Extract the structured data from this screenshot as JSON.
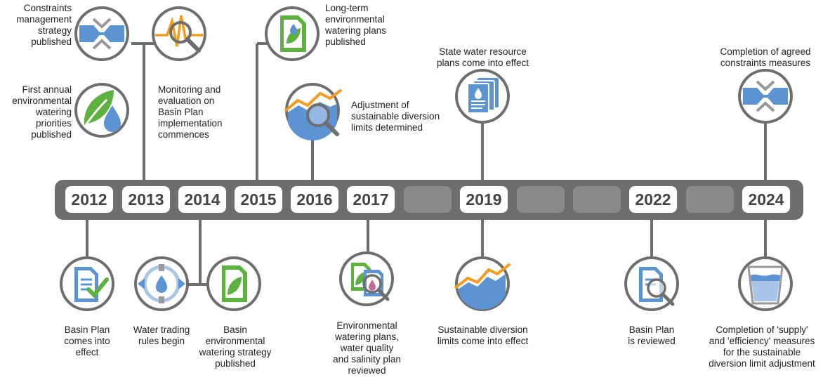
{
  "years": [
    "2012",
    "2013",
    "2014",
    "2015",
    "2016",
    "2017",
    "",
    "2019",
    "",
    "",
    "2022",
    "",
    "2024"
  ],
  "labels": {
    "constraints_strategy": "Constraints\nmanagement\nstrategy\npublished",
    "first_annual_priorities": "First annual\nenvironmental\nwatering\npriorities\npublished",
    "monitoring_evaluation": "Monitoring and\nevaluation on\nBasin Plan\nimplementation\ncommences",
    "longterm_plans": "Long-term\nenvironmental\nwatering plans\npublished",
    "adjustment_limits": "Adjustment of\nsustainable diversion\nlimits determined",
    "state_water_plans": "State water resource\nplans come into effect",
    "completion_constraints": "Completion of agreed\nconstraints measures",
    "basin_plan_effect": "Basin Plan\ncomes into\neffect",
    "water_trading": "Water trading\nrules begin",
    "basin_strategy": "Basin\nenvironmental\nwatering strategy\npublished",
    "env_plans_reviewed": "Environmental\nwatering plans,\nwater quality\nand salinity plan\nreviewed",
    "sdl_effect": "Sustainable diversion\nlimits come into effect",
    "basin_plan_reviewed": "Basin Plan\nis reviewed",
    "supply_efficiency": "Completion of 'supply'\nand 'efficiency' measures\nfor the sustainable\ndiversion limit adjustment"
  },
  "icons": {
    "constraints_top": "constraint-narrowing-icon",
    "monitoring": "monitoring-magnifier-icon",
    "longterm": "document-leaf-icon",
    "first_annual": "leaf-water-drop-icon",
    "adjustment": "graph-magnifier-icon",
    "state_plans": "stacked-documents-icon",
    "completion_constraints": "constraint-narrowing-icon",
    "basin_plan_effect": "document-check-icon",
    "water_trading": "water-trading-arrows-icon",
    "basin_strategy": "document-leaf-icon",
    "env_plans": "documents-magnifier-icon",
    "sdl": "water-level-graph-icon",
    "basin_review": "document-magnifier-icon",
    "supply_efficiency": "water-glass-icon"
  },
  "colors": {
    "bar": "#6e6e6e",
    "empty_slot": "#8a8a8a",
    "icon_border": "#6e6e6e",
    "blue": "#5b93d3",
    "green": "#5db13e",
    "orange": "#f39c1f",
    "light_blue": "#a9c6e8"
  }
}
